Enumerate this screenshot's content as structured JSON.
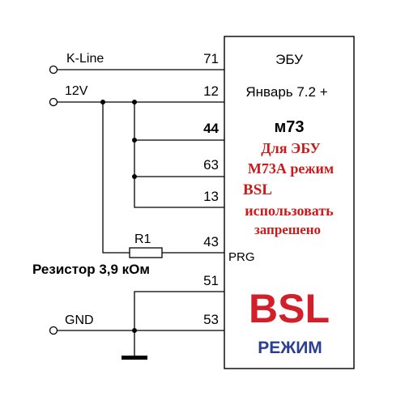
{
  "terminals": {
    "kline": "K-Line",
    "v12": "12V",
    "gnd": "GND"
  },
  "pins": {
    "p71": "71",
    "p12": "12",
    "p44": "44",
    "p63": "63",
    "p13": "13",
    "p43": "43",
    "p51": "51",
    "p53": "53"
  },
  "ecu": {
    "title": "ЭБУ",
    "model": "Январь 7.2 +",
    "variant": "м73",
    "prg": "PRG"
  },
  "warning": {
    "line1": "Для ЭБУ",
    "line2": "М73А режим",
    "line3": "BSL",
    "line4": "использовать",
    "line5": "запрешено"
  },
  "resistor": {
    "name": "R1",
    "caption": "Резистор 3,9 кОм"
  },
  "mode": {
    "big": "BSL",
    "sub": "РЕЖИМ"
  },
  "colors": {
    "warning": "#cc1a1a",
    "bsl": "#d21f2a",
    "mode_sub": "#2a3f8f"
  }
}
